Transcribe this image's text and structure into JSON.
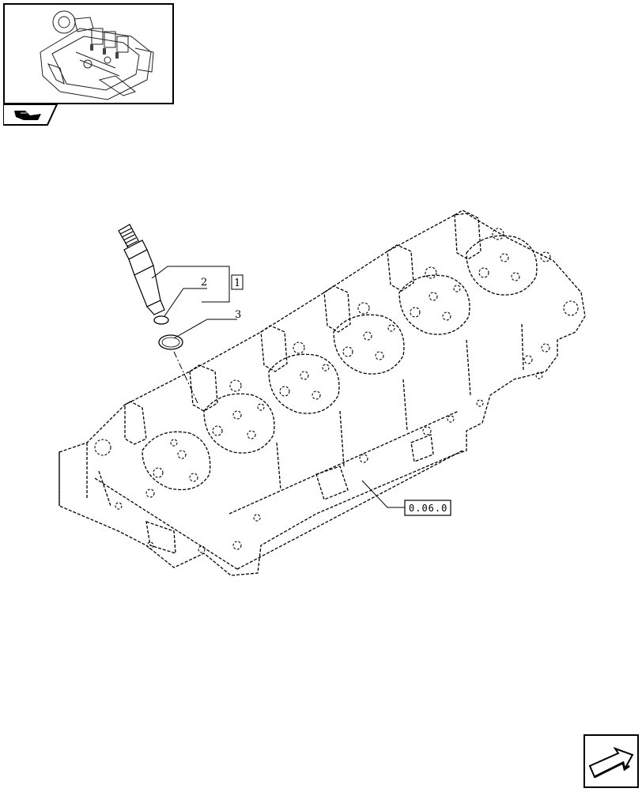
{
  "thumbnail": {
    "icon": "engine-thumbnail-icon"
  },
  "section_tab": {
    "icon": "hand-book-icon"
  },
  "callouts": {
    "item1": "1",
    "item2": "2",
    "item3": "3"
  },
  "reference": {
    "label": "0.06.0"
  },
  "nav": {
    "icon": "next-page-arrow-icon"
  }
}
